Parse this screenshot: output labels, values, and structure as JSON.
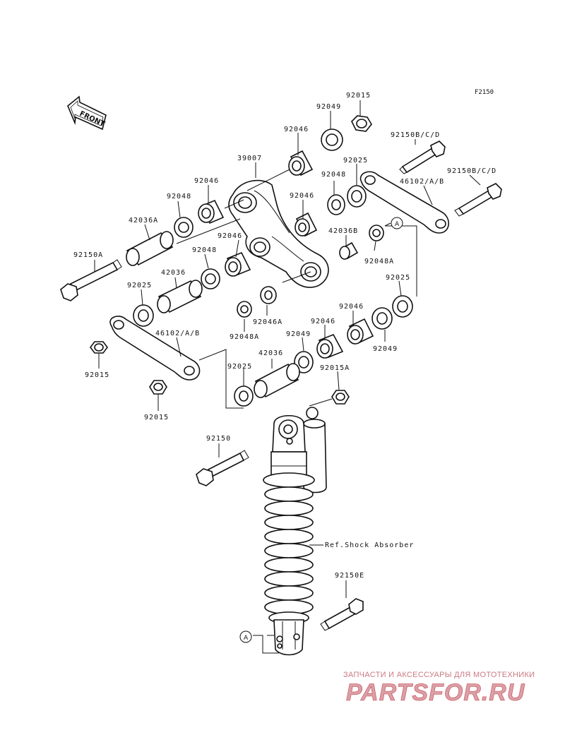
{
  "figure_code": "F2150",
  "front_arrow": "FRONT",
  "callout_letter": "A",
  "labels": {
    "p92015_top": "92015",
    "p92049_top": "92049",
    "p92046_top": "92046",
    "p92150bcd_1": "92150B/C/D",
    "p39007": "39007",
    "p92025_top": "92025",
    "p92046_left": "92046",
    "p92048_top": "92048",
    "p92150bcd_2": "92150B/C/D",
    "p92048_left": "92048",
    "p46102_right": "46102/A/B",
    "p92046_mid": "92046",
    "p42036a": "42036A",
    "p42036b": "42036B",
    "p92046_mid2": "92046",
    "p92048a_right": "92048A",
    "p92048_mid": "92048",
    "p92150a": "92150A",
    "p42036_upper": "42036",
    "p92025_left": "92025",
    "p92025_right": "92025",
    "p92046a": "92046A",
    "p92046_low": "92046",
    "p46102_left": "46102/A/B",
    "p92048a_left": "92048A",
    "p92049_low": "92049",
    "p92046_low2": "92046",
    "p92049_right": "92049",
    "p92015_left": "92015",
    "p42036_lower": "42036",
    "p92025_low": "92025",
    "p92015a": "92015A",
    "p92015_bottom": "92015",
    "p92150": "92150",
    "ref_shock": "Ref.Shock Absorber",
    "p92150e": "92150E"
  },
  "watermark": {
    "tagline": "ЗАПЧАСТИ И АКСЕССУАРЫ ДЛЯ МОТОТЕХНИКИ",
    "logo": "PARTSFOR.RU",
    "color": "#c9424e"
  }
}
